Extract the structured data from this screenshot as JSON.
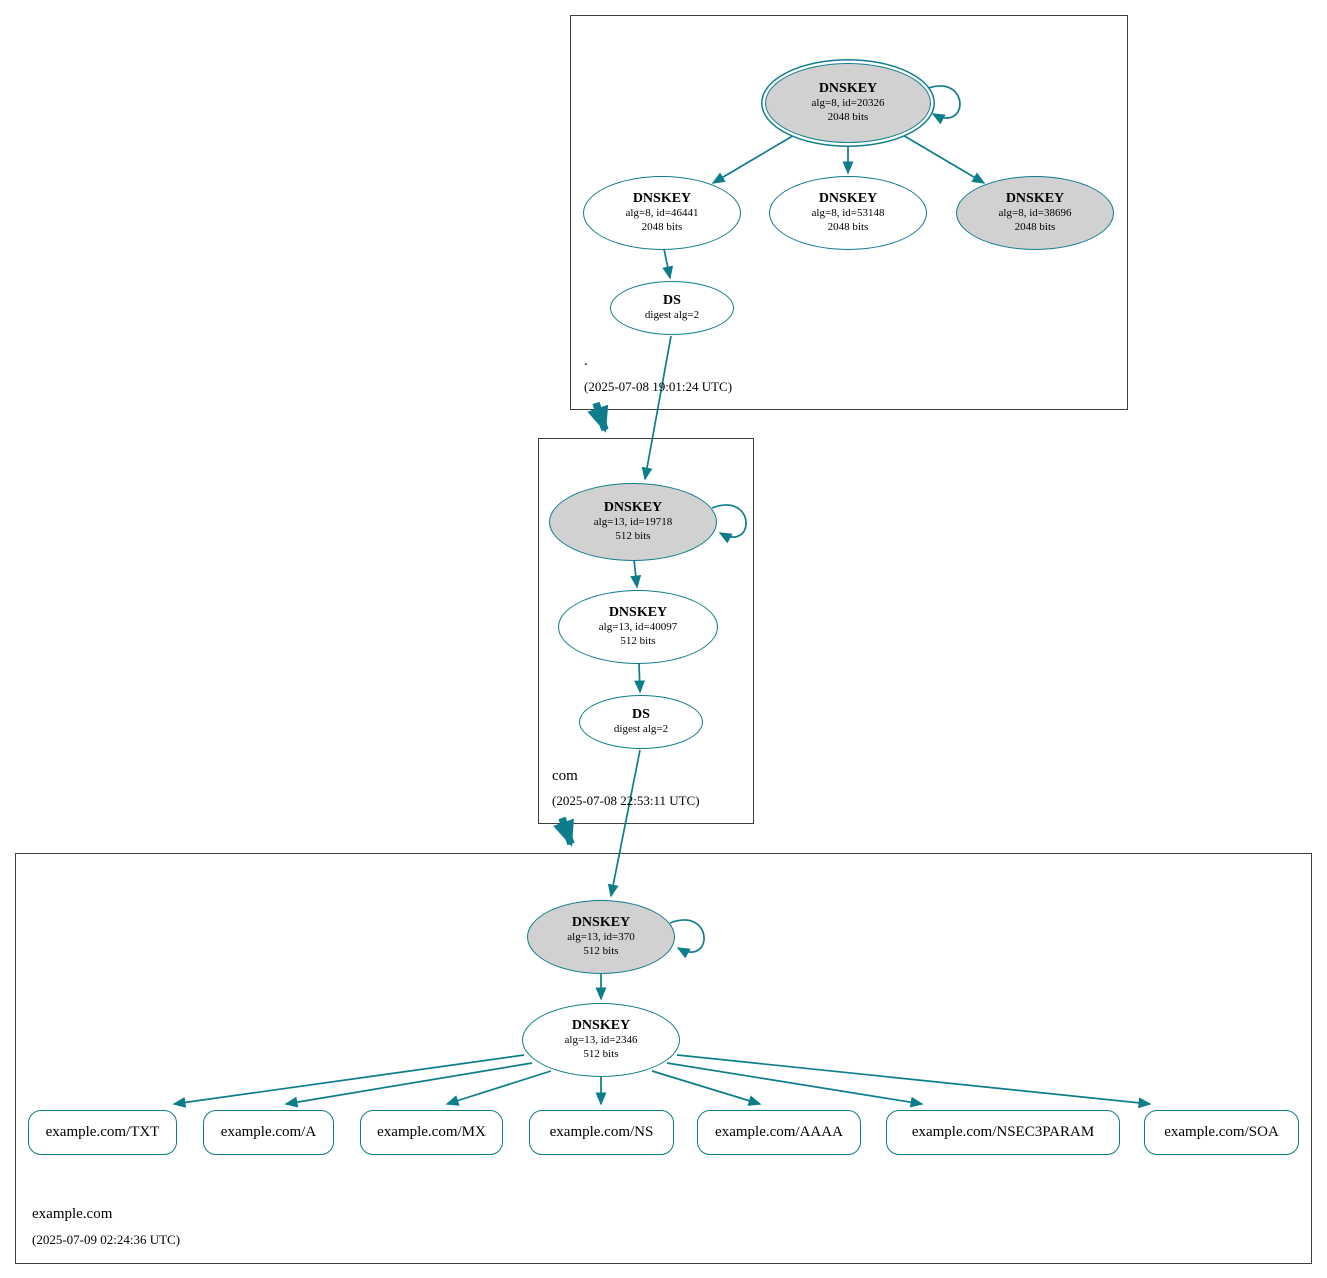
{
  "colors": {
    "accent": "#0d7d8c",
    "key_fill": "#d1d1d1"
  },
  "zones": {
    "root": {
      "label": ".",
      "timestamp": "(2025-07-08 19:01:24 UTC)",
      "nodes": {
        "ksk": {
          "title": "DNSKEY",
          "sub1": "alg=8, id=20326",
          "sub2": "2048 bits"
        },
        "zsk_a": {
          "title": "DNSKEY",
          "sub1": "alg=8, id=46441",
          "sub2": "2048 bits"
        },
        "zsk_b": {
          "title": "DNSKEY",
          "sub1": "alg=8, id=53148",
          "sub2": "2048 bits"
        },
        "ksk_b": {
          "title": "DNSKEY",
          "sub1": "alg=8, id=38696",
          "sub2": "2048 bits"
        },
        "ds": {
          "title": "DS",
          "sub1": "digest alg=2"
        }
      }
    },
    "com": {
      "label": "com",
      "timestamp": "(2025-07-08 22:53:11 UTC)",
      "nodes": {
        "ksk": {
          "title": "DNSKEY",
          "sub1": "alg=13, id=19718",
          "sub2": "512 bits"
        },
        "zsk": {
          "title": "DNSKEY",
          "sub1": "alg=13, id=40097",
          "sub2": "512 bits"
        },
        "ds": {
          "title": "DS",
          "sub1": "digest alg=2"
        }
      }
    },
    "example": {
      "label": "example.com",
      "timestamp": "(2025-07-09 02:24:36 UTC)",
      "nodes": {
        "ksk": {
          "title": "DNSKEY",
          "sub1": "alg=13, id=370",
          "sub2": "512 bits"
        },
        "zsk": {
          "title": "DNSKEY",
          "sub1": "alg=13, id=2346",
          "sub2": "512 bits"
        }
      },
      "rrsets": [
        "example.com/TXT",
        "example.com/A",
        "example.com/MX",
        "example.com/NS",
        "example.com/AAAA",
        "example.com/NSEC3PARAM",
        "example.com/SOA"
      ]
    }
  }
}
